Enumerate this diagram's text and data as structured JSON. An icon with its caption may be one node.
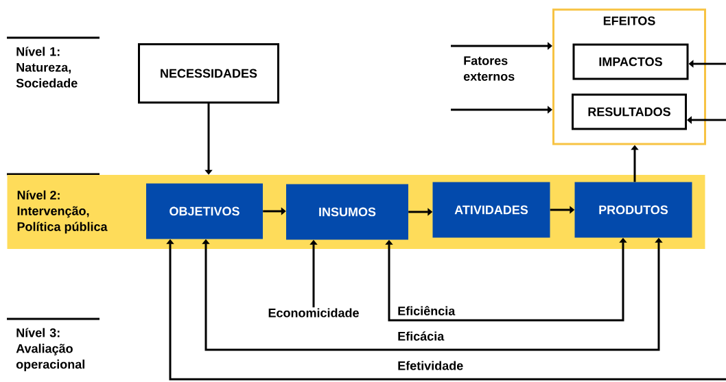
{
  "diagram": {
    "nodes": [
      {
        "text": [
          "NECESSIDADES"
        ]
      },
      {
        "text": [
          "EFEITOS"
        ]
      },
      {
        "text": [
          "IMPACTOS"
        ],
        "in": 1
      },
      {
        "text": [
          "RESULTADOS"
        ],
        "in": 1
      },
      {
        "text": [
          "Nível 2: Intervenção, Política pública"
        ]
      },
      {
        "text": [
          "OBJETIVOS"
        ],
        "in": 4
      },
      {
        "text": [
          "INSUMOS"
        ],
        "in": 4
      },
      {
        "text": [
          "ATIVIDADES"
        ],
        "in": 4
      },
      {
        "text": [
          "PRODUTOS"
        ],
        "in": 4
      },
      {
        "text": [
          "Economicidade"
        ]
      }
    ],
    "edges": [
      {
        "from": 0,
        "to": 4,
        "arrow": "to"
      },
      {
        "from": 5,
        "to": 6,
        "arrow": "to"
      },
      {
        "from": 6,
        "to": 7,
        "arrow": "to"
      },
      {
        "from": 7,
        "to": 8,
        "arrow": "to"
      },
      {
        "from": 8,
        "to": 1,
        "arrow": "to"
      },
      {
        "from": null,
        "to": 1,
        "arrow": "to"
      },
      {
        "from": null,
        "to": 1,
        "arrow": "to"
      },
      {
        "from": null,
        "to": 2,
        "arrow": "to"
      },
      {
        "from": null,
        "to": 3,
        "arrow": "to"
      },
      {
        "from": 9,
        "to": 6,
        "arrow": "to"
      },
      {
        "from": 6,
        "to": 8,
        "arrow": "both",
        "label": "Eficiência"
      },
      {
        "from": 5,
        "to": 8,
        "arrow": "both",
        "label": "Eficácia"
      },
      {
        "from": null,
        "to": 5,
        "arrow": "to",
        "label": "Efetividade"
      }
    ],
    "labels": [
      "Nível 1: Natureza, Sociedade",
      "Fatores externos",
      "Nível 3: Avaliação operacional"
    ]
  }
}
